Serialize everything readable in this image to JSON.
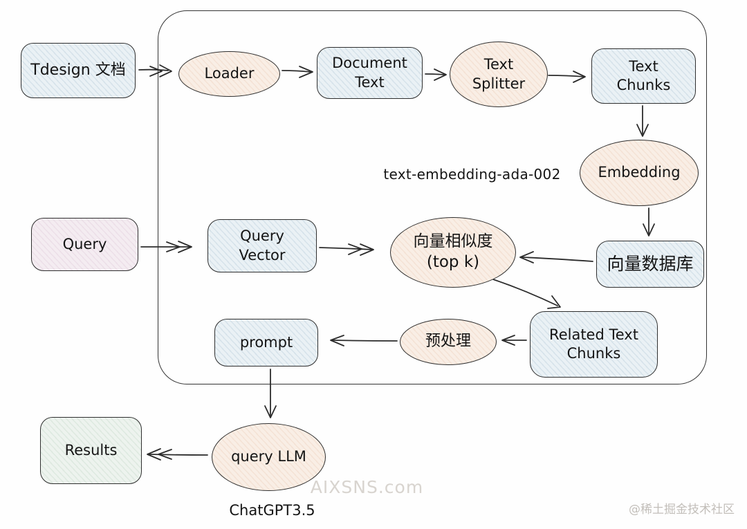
{
  "diagram": {
    "nodes": {
      "tdesign_doc": {
        "label": "Tdesign 文档",
        "shape": "rect",
        "fill": "blue"
      },
      "loader": {
        "label": "Loader",
        "shape": "ellipse",
        "fill": "peach"
      },
      "document_text": {
        "label": "Document Text",
        "shape": "rect",
        "fill": "blue"
      },
      "text_splitter": {
        "label": "Text Splitter",
        "shape": "ellipse",
        "fill": "peach"
      },
      "text_chunks": {
        "label": "Text Chunks",
        "shape": "rect",
        "fill": "blue"
      },
      "embedding": {
        "label": "Embedding",
        "shape": "ellipse",
        "fill": "peach"
      },
      "vector_db": {
        "label": "向量数据库",
        "shape": "rect",
        "fill": "blue"
      },
      "similarity_topk": {
        "label": "向量相似度(top k)",
        "shape": "ellipse",
        "fill": "peach"
      },
      "query": {
        "label": "Query",
        "shape": "rect",
        "fill": "pink"
      },
      "query_vector": {
        "label": "Query Vector",
        "shape": "rect",
        "fill": "blue"
      },
      "prompt": {
        "label": "prompt",
        "shape": "rect",
        "fill": "blue"
      },
      "preprocess": {
        "label": "预处理",
        "shape": "ellipse",
        "fill": "peach"
      },
      "related_text_chunks": {
        "label": "Related Text Chunks",
        "shape": "rect",
        "fill": "blue"
      },
      "query_llm": {
        "label": "query LLM",
        "shape": "ellipse",
        "fill": "peach"
      },
      "results": {
        "label": "Results",
        "shape": "rect",
        "fill": "green"
      }
    },
    "annotations": {
      "embedding_model": "text-embedding-ada-002",
      "llm_model": "ChatGPT3.5"
    },
    "watermark": "AIXSNS.com",
    "credit": "@稀土掘金技术社区",
    "colors": {
      "node_blue": "#eaf1f5",
      "node_peach": "#f9eee5",
      "node_pink": "#f4ecf1",
      "node_green": "#edf3ee",
      "node_stroke": "#2e2e2e",
      "arrow": "#2b2b2b",
      "watermark_gray": "#d8d4cf",
      "credit_gray": "#c2beb9"
    }
  }
}
